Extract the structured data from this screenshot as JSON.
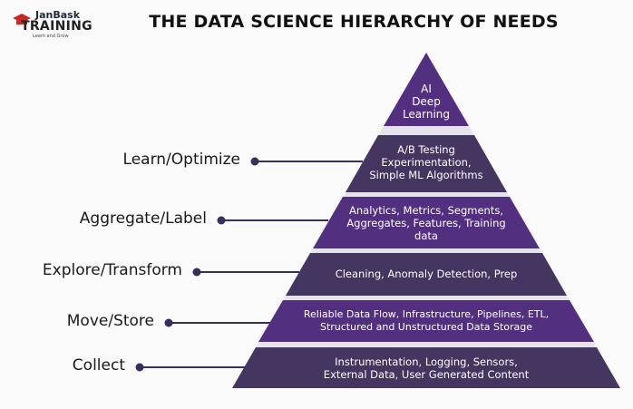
{
  "logo": {
    "brand_top": "JanBask",
    "brand_main": "TRAINING",
    "tagline": "Learn and Grow",
    "icon": "graduation-cap-icon",
    "accent": "#c62828"
  },
  "title": "THE DATA SCIENCE HIERARCHY OF NEEDS",
  "colors": {
    "purple": "#53307f",
    "dark": "#443660",
    "gap": "#e6e3ee",
    "line": "#3b2d5c"
  },
  "levels": [
    {
      "label": "",
      "text": [
        "AI",
        "Deep",
        "Learning"
      ]
    },
    {
      "label": "Learn/Optimize",
      "text": [
        "A/B Testing",
        "Experimentation,",
        "Simple ML Algorithms"
      ]
    },
    {
      "label": "Aggregate/Label",
      "text": [
        "Analytics, Metrics, Segments,",
        "Aggregates, Features, Training",
        "data"
      ]
    },
    {
      "label": "Explore/Transform",
      "text": [
        "Cleaning, Anomaly Detection, Prep"
      ]
    },
    {
      "label": "Move/Store",
      "text": [
        "Reliable Data Flow, Infrastructure, Pipelines, ETL,",
        "Structured and Unstructured Data Storage"
      ]
    },
    {
      "label": "Collect",
      "text": [
        "Instrumentation, Logging, Sensors,",
        "External Data, User Generated Content"
      ]
    }
  ]
}
